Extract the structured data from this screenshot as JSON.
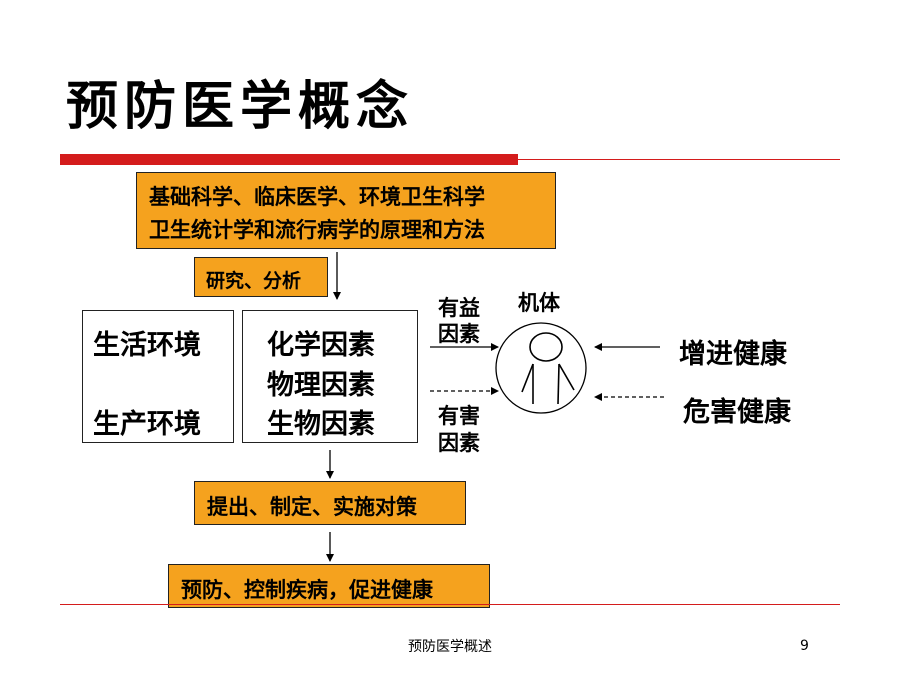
{
  "title": "预防医学概念",
  "top_box": {
    "line1": "基础科学、临床医学、环境卫生科学",
    "line2": "卫生统计学和流行病学的原理和方法"
  },
  "research_box": "研究、分析",
  "environment": {
    "life": "生活环境",
    "production": "生产环境"
  },
  "factors": [
    "化学因素",
    "物理因素",
    "生物因素"
  ],
  "beneficial": [
    "有益",
    "因素"
  ],
  "harmful": [
    "有害",
    "因素"
  ],
  "body_label": "机体",
  "effects": {
    "promote": "增进健康",
    "harm": "危害健康"
  },
  "policy_box": "提出、制定、实施对策",
  "result_box": "预防、控制疾病，促进健康",
  "footer": {
    "center": "预防医学概述",
    "page": "9"
  }
}
